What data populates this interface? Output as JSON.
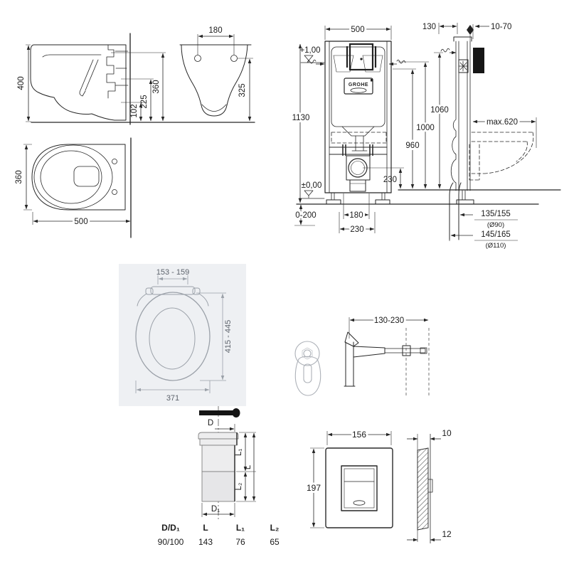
{
  "toilet_side": {
    "height": "400",
    "h102": "102",
    "h225": "225",
    "h360": "360",
    "hole_spacing": "180",
    "rear_height": "325"
  },
  "toilet_top": {
    "depth": "360",
    "width": "500"
  },
  "frame": {
    "width": "500",
    "height": "1130",
    "depth": "130",
    "wall_range": "10-70",
    "h1060": "1060",
    "h1000": "1000",
    "h960": "960",
    "outlet_height": "230",
    "foot_range": "0-200",
    "bolt_spacing": "180",
    "fixing_spacing": "230",
    "level_top": "+1,00",
    "level_zero": "±0,00",
    "brand": "GROHE",
    "max_depth": "max.620",
    "drain1": "135/155",
    "drain1_dia": "(Ø90)",
    "drain2": "145/165",
    "drain2_dia": "(Ø110)"
  },
  "seat": {
    "hinge_range": "153 - 159",
    "length_range": "415 - 445",
    "width": "371"
  },
  "bracket": {
    "range": "130-230"
  },
  "pipe": {
    "d": "D",
    "d1": "D₁",
    "l": "L",
    "l1": "L₁",
    "l2": "L₂",
    "table": {
      "headers": [
        "D/D₁",
        "L",
        "L₁",
        "L₂"
      ],
      "values": [
        "90/100",
        "143",
        "76",
        "65"
      ]
    }
  },
  "plate": {
    "width": "156",
    "height": "197",
    "top_gap": "10",
    "bottom_gap": "12"
  }
}
